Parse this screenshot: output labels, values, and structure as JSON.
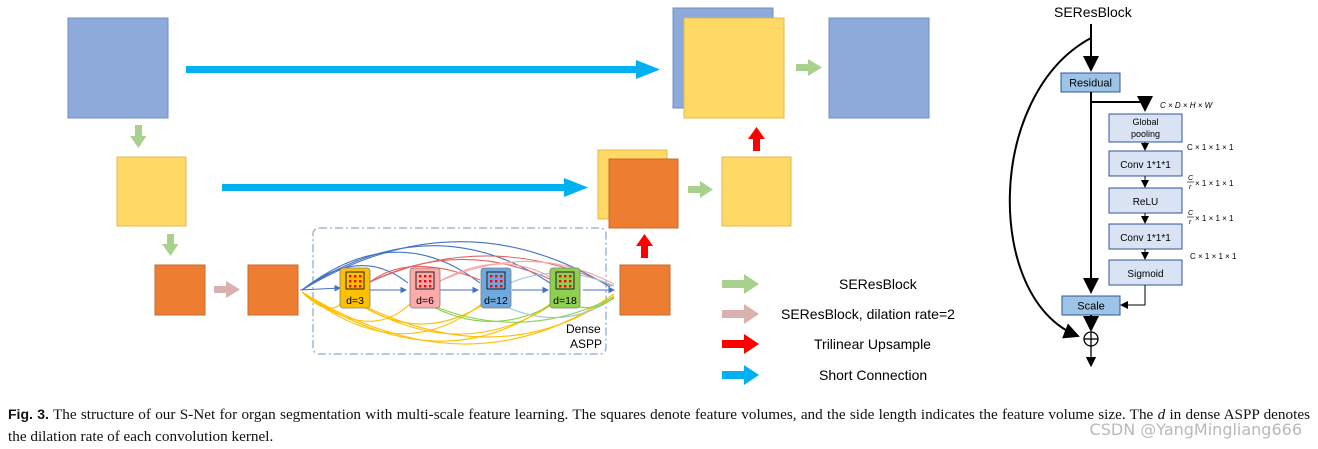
{
  "colors": {
    "blue_volume": "#8eaadb",
    "yellow_volume": "#ffd966",
    "orange_volume": "#ed7d31",
    "green_arrow": "#a9d18e",
    "pink_arrow": "#d9b1ae",
    "red_arrow": "#ff0000",
    "cyan_arrow": "#00b0f0",
    "se_box_fill": "#dae3f3",
    "se_dark_box": "#9dc3e6",
    "aspp_border": "#8faadc"
  },
  "aspp": {
    "nodes": [
      {
        "label": "d=3",
        "color": "#ffc000",
        "kernel_color": "#ff0000"
      },
      {
        "label": "d=6",
        "color": "#ffaaaa",
        "kernel_color": "#ff0000"
      },
      {
        "label": "d=12",
        "color": "#6fa8dc",
        "kernel_color": "#ff0000"
      },
      {
        "label": "d=18",
        "color": "#8fd14f",
        "kernel_color": "#ff0000"
      }
    ],
    "label_line1": "Dense",
    "label_line2": "ASPP"
  },
  "legend": [
    {
      "arrow": "green-arrow-icon",
      "label": "SEResBlock"
    },
    {
      "arrow": "pink-arrow-icon",
      "label": "SEResBlock, dilation rate=2"
    },
    {
      "arrow": "red-arrow-icon",
      "label": "Trilinear Upsample"
    },
    {
      "arrow": "cyan-arrow-icon",
      "label": "Short Connection"
    }
  ],
  "seresblock": {
    "title": "SEResBlock",
    "residual": "Residual",
    "global_pooling_line1": "Global",
    "global_pooling_line2": "pooling",
    "conv1": "Conv 1*1*1",
    "relu": "ReLU",
    "conv2": "Conv 1*1*1",
    "sigmoid": "Sigmoid",
    "scale": "Scale",
    "plus_symbol": "⊕",
    "dim_input": "C × D × H × W",
    "dim_pool": "C × 1 × 1 × 1",
    "dim_conv1_num": "C",
    "dim_conv1_den": "r",
    "dim_conv1_rest": "× 1 × 1 × 1",
    "dim_relu_num": "C",
    "dim_relu_den": "r",
    "dim_relu_rest": "× 1 × 1 × 1",
    "dim_sigmoid": "C × 1 × 1 × 1"
  },
  "caption": {
    "figno": "Fig. 3.",
    "part1": " The structure of our S-Net for organ segmentation with multi-scale feature learning. The squares denote feature volumes, and the side length indicates the feature volume size. The ",
    "italic": "d",
    "part2": " in dense ASPP denotes the dilation rate of each convolution kernel."
  },
  "watermark": "CSDN @YangMingliang666"
}
